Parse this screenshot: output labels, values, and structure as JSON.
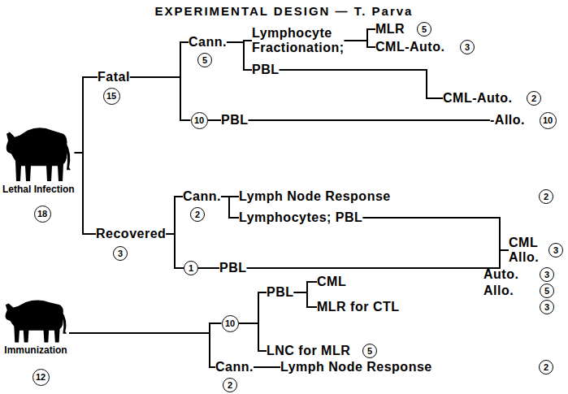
{
  "diagram": {
    "title": "EXPERIMENTAL DESIGN — T. Parva",
    "nodes": [
      {
        "text": [
          "Lethal Infection"
        ]
      },
      {
        "text": [
          "18"
        ]
      },
      {
        "text": [
          "Fatal"
        ]
      },
      {
        "text": [
          "15"
        ]
      },
      {
        "text": [
          "Cann."
        ]
      },
      {
        "text": [
          "5"
        ]
      },
      {
        "text": [
          "Lymphocyte Fractionation;"
        ]
      },
      {
        "text": [
          "MLR"
        ]
      },
      {
        "text": [
          "5"
        ]
      },
      {
        "text": [
          "CML-Auto."
        ]
      },
      {
        "text": [
          "3"
        ]
      },
      {
        "text": [
          "PBL"
        ]
      },
      {
        "text": [
          "10"
        ]
      },
      {
        "text": [
          "PBL"
        ]
      },
      {
        "text": [
          "CML-Auto."
        ]
      },
      {
        "text": [
          "2"
        ]
      },
      {
        "text": [
          "-Allo."
        ]
      },
      {
        "text": [
          "10"
        ]
      },
      {
        "text": [
          "Recovered"
        ]
      },
      {
        "text": [
          "3"
        ]
      },
      {
        "text": [
          "Cann."
        ]
      },
      {
        "text": [
          "2"
        ]
      },
      {
        "text": [
          "Lymph Node Response"
        ]
      },
      {
        "text": [
          "2"
        ]
      },
      {
        "text": [
          "Lymphocytes; PBL"
        ]
      },
      {
        "text": [
          "1"
        ]
      },
      {
        "text": [
          "PBL"
        ]
      },
      {
        "text": [
          "CML Allo."
        ]
      },
      {
        "text": [
          "3"
        ]
      },
      {
        "text": [
          "Immunization"
        ]
      },
      {
        "text": [
          "12"
        ]
      },
      {
        "text": [
          "10"
        ]
      },
      {
        "text": [
          "PBL"
        ]
      },
      {
        "text": [
          "CML"
        ]
      },
      {
        "text": [
          "Auto."
        ]
      },
      {
        "text": [
          "3"
        ]
      },
      {
        "text": [
          "Allo."
        ]
      },
      {
        "text": [
          "5"
        ]
      },
      {
        "text": [
          "MLR for CTL"
        ]
      },
      {
        "text": [
          "3"
        ]
      },
      {
        "text": [
          "LNC for MLR"
        ]
      },
      {
        "text": [
          "5"
        ]
      },
      {
        "text": [
          "Cann."
        ]
      },
      {
        "text": [
          "2"
        ]
      },
      {
        "text": [
          "Lymph Node Response"
        ]
      },
      {
        "text": [
          "2"
        ]
      }
    ],
    "edges": [
      {
        "from": 0,
        "to": 2,
        "arrow": "none"
      },
      {
        "from": 0,
        "to": 18,
        "arrow": "none"
      },
      {
        "from": 2,
        "to": 4,
        "arrow": "none"
      },
      {
        "from": 2,
        "to": 12,
        "arrow": "none"
      },
      {
        "from": 4,
        "to": 6,
        "arrow": "none"
      },
      {
        "from": 4,
        "to": 11,
        "arrow": "none"
      },
      {
        "from": 6,
        "to": 7,
        "arrow": "none"
      },
      {
        "from": 6,
        "to": 9,
        "arrow": "none"
      },
      {
        "from": 11,
        "to": 14,
        "arrow": "none"
      },
      {
        "from": 12,
        "to": 13,
        "arrow": "none"
      },
      {
        "from": 13,
        "to": 16,
        "arrow": "none"
      },
      {
        "from": 18,
        "to": 20,
        "arrow": "none"
      },
      {
        "from": 18,
        "to": 25,
        "arrow": "none"
      },
      {
        "from": 20,
        "to": 22,
        "arrow": "none"
      },
      {
        "from": 20,
        "to": 24,
        "arrow": "none"
      },
      {
        "from": 24,
        "to": 27,
        "arrow": "none"
      },
      {
        "from": 25,
        "to": 26,
        "arrow": "none"
      },
      {
        "from": 26,
        "to": 27,
        "arrow": "none"
      },
      {
        "from": 29,
        "to": 31,
        "arrow": "none"
      },
      {
        "from": 29,
        "to": 42,
        "arrow": "none"
      },
      {
        "from": 31,
        "to": 32,
        "arrow": "none"
      },
      {
        "from": 31,
        "to": 40,
        "arrow": "none"
      },
      {
        "from": 32,
        "to": 33,
        "arrow": "none"
      },
      {
        "from": 32,
        "to": 38,
        "arrow": "none"
      },
      {
        "from": 42,
        "to": 44,
        "arrow": "none"
      }
    ]
  }
}
